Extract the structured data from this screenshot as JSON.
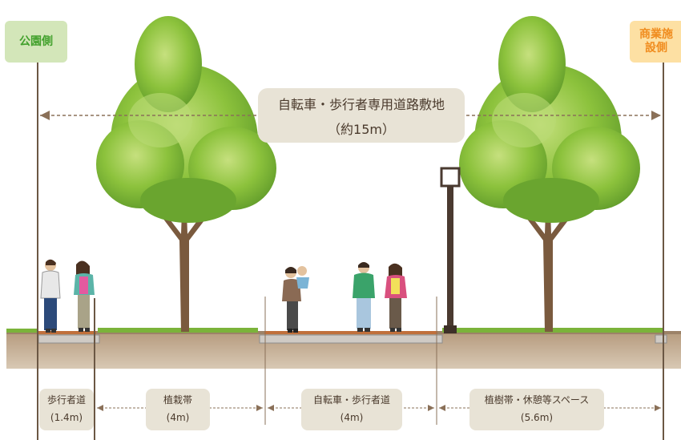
{
  "left_side_label": "公園側",
  "right_side_label": "商業施設側",
  "total": {
    "name": "自転車・歩行者専用道路敷地",
    "width": "（約15m）"
  },
  "segments": [
    {
      "name": "歩行者道",
      "width": "(1.4m)"
    },
    {
      "name": "植栽帯",
      "width": "(4m)"
    },
    {
      "name": "自転車・歩行者道",
      "width": "(4m)"
    },
    {
      "name": "植樹帯・休憩等スペース",
      "width": "(5.6m)"
    }
  ],
  "colors": {
    "left_side_text": "#42a12c",
    "left_side_bg": "#d3e6b9",
    "right_side_text": "#f08c1e",
    "right_side_bg": "#fde0a3",
    "label_box_bg": "#e8e3d6",
    "ground": "#cdb9a1",
    "foliage": "#8cc23c",
    "trunk": "#7a5a3e",
    "dimension_line": "#8a7058"
  }
}
